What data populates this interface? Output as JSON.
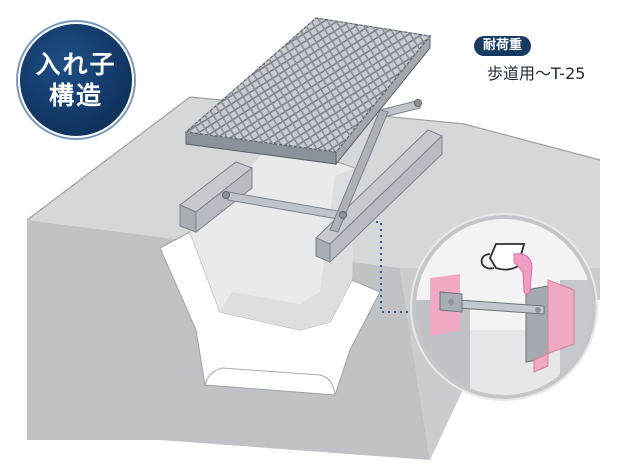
{
  "badge": {
    "line1": "入れ子",
    "line2": "構造"
  },
  "load_rating": {
    "label": "耐荷重",
    "value": "歩道用～T-25"
  },
  "colors": {
    "badge_navy": "#123867",
    "label_navy": "#173a63",
    "concrete_top": "#d4d6d8",
    "concrete_face": "#c3c5c8",
    "channel_white": "#ffffff",
    "steel": "#b6bbc1",
    "gasket_pink": "#f2a9c3",
    "leader_dots": "#2a5b93"
  },
  "icons": {
    "inset_icon": "water-pouring-pitcher-icon"
  }
}
